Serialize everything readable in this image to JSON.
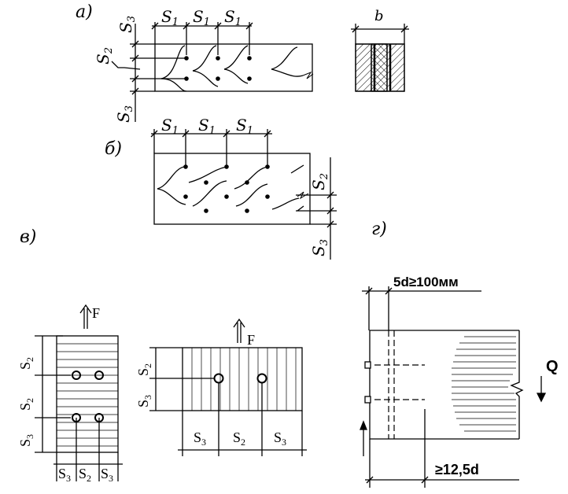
{
  "labels": {
    "fig_a": "а)",
    "fig_b": "б)",
    "fig_v": "в)",
    "fig_g": "г)",
    "width_b": "b"
  },
  "spacing": {
    "s1": "S",
    "s1_sub": "1",
    "s2": "S",
    "s2_sub": "2",
    "s3": "S",
    "s3_sub": "3"
  },
  "forces": {
    "f": "F",
    "q": "Q"
  },
  "dims": {
    "min_5d": "5d≥100мм",
    "min_12_5d": "≥12,5d"
  }
}
